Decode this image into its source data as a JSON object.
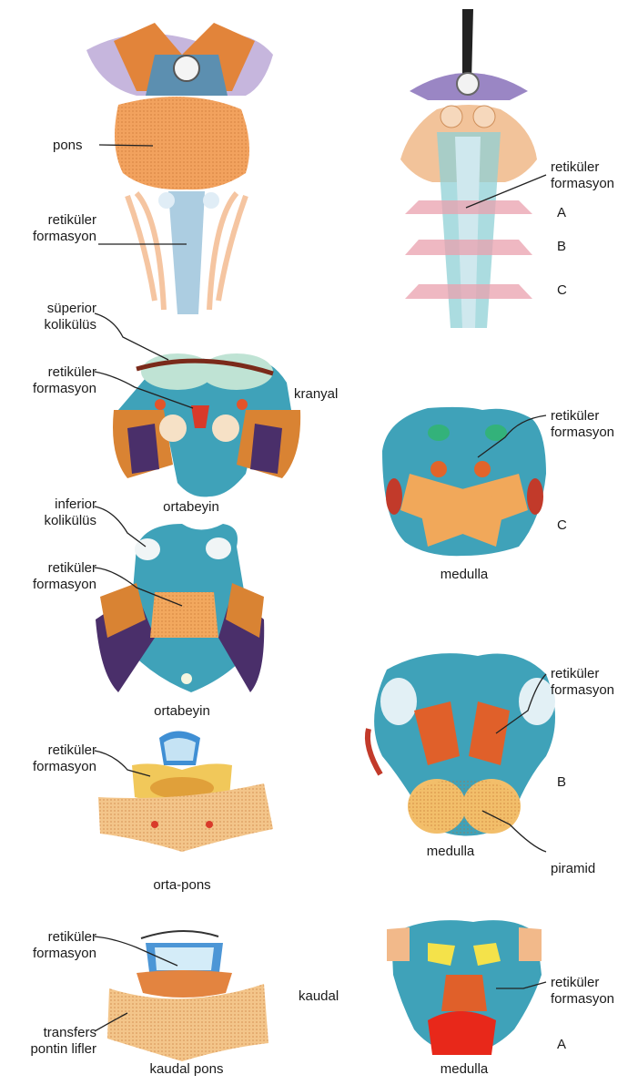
{
  "labels": {
    "pons": "pons",
    "ret1": "retiküler\nformasyon",
    "ret_top_right": "retiküler\nformasyon",
    "letter_a_top": "A",
    "letter_b_top": "B",
    "letter_c_top": "C",
    "superior": "süperior\nkolikülüs",
    "ret2": "retiküler\nformasyon",
    "kranyal": "kranyal",
    "ortabeyin1": "ortabeyin",
    "ret_medulla_c": "retiküler\nformasyon",
    "letter_c_mid": "C",
    "medulla_c": "medulla",
    "inferior": "inferior\nkolikülüs",
    "ret3": "retiküler\nformasyon",
    "ortabeyin2": "ortabeyin",
    "ret_medulla_b": "retiküler\nformasyon",
    "ret4": "retiküler\nformasyon",
    "letter_b_mid": "B",
    "medulla_b": "medulla",
    "piramid": "piramid",
    "orta_pons": "orta-pons",
    "ret5": "retiküler\nformasyon",
    "transfers": "transfers\npontin lifler",
    "kaudal": "kaudal",
    "kaudal_pons": "kaudal pons",
    "ret_medulla_a": "retiküler\nformasyon",
    "letter_a_bottom": "A",
    "medulla_a": "medulla"
  }
}
